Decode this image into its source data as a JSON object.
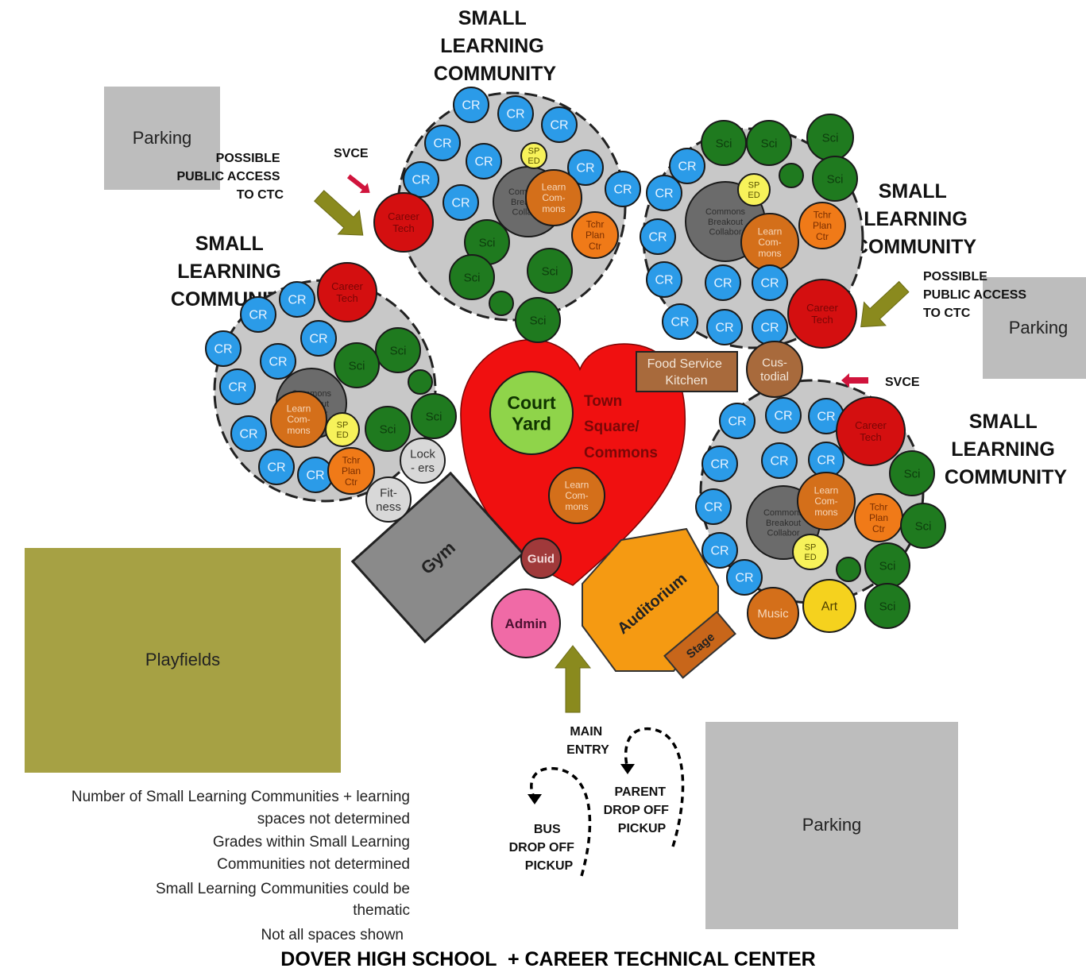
{
  "title": "DOVER HIGH SCHOOL  + CAREER TECHNICAL CENTER",
  "slc_heading": [
    "SMALL",
    "LEARNING",
    "COMMUNITY"
  ],
  "slc_heading_alt": [
    "SMALL",
    "LEARNING",
    "COMMUNITY"
  ],
  "parking_label": "Parking",
  "playfields_label": "Playfields",
  "access_label": [
    "POSSIBLE",
    "PUBLIC ACCESS",
    "TO CTC"
  ],
  "svce_label": "SVCE",
  "main_entry_label": [
    "MAIN",
    "ENTRY"
  ],
  "bus_label": [
    "BUS",
    "DROP OFF",
    "PICKUP"
  ],
  "parent_label": [
    "PARENT",
    "DROP OFF",
    "PICKUP"
  ],
  "labels": {
    "cr": "CR",
    "sci": "Sci",
    "sp_ed": [
      "SP",
      "ED"
    ],
    "learn_commons": [
      "Learn",
      "Com-",
      "mons"
    ],
    "learn_commons_alt": [
      "Learn",
      "Com-",
      "mons"
    ],
    "tchr_plan": [
      "Tchr",
      "Plan",
      "Ctr"
    ],
    "career_tech": [
      "Career",
      "Tech"
    ],
    "commons_breakout": [
      "Commons",
      "Breakout",
      "Collabor"
    ],
    "court_yard": [
      "Court",
      "Yard"
    ],
    "town_square": [
      "Town",
      "Square/",
      "Commons"
    ],
    "food_service": [
      "Food Service",
      "Kitchen"
    ],
    "custodial": [
      "Cus-",
      "todial"
    ],
    "gym": "Gym",
    "guid": "Guid",
    "admin": "Admin",
    "auditorium": "Auditorium",
    "stage": "Stage",
    "music": "Music",
    "art": "Art",
    "lockers": [
      "Lock",
      "- ers"
    ],
    "fitness": [
      "Fit-",
      "ness"
    ]
  },
  "notes": [
    [
      "Number of Small Learning Communities + learning",
      "spaces not determined"
    ],
    [
      "Grades within Small Learning",
      "Communities not determined"
    ],
    [
      "Small Learning Communities could be",
      "thematic"
    ],
    [
      "Not all spaces shown"
    ]
  ],
  "colors": {
    "classroom": "#2b9be8",
    "science": "#1f7a1f",
    "sp_ed": "#f7f25a",
    "learn": "#d46f1a",
    "tchr": "#f07a18",
    "career": "#d40f10",
    "commons_gray": "#6b6b6b",
    "cluster_gray": "#c8c8c8",
    "town": "#f01010",
    "court": "#8fd44a",
    "parking": "#bdbdbd",
    "playfields": "#a6a144",
    "arrow_olive": "#8a8a1e",
    "arrow_red": "#d0143c",
    "auditorium": "#f59a12",
    "stage": "#c8661a",
    "admin": "#f06aa6",
    "guid": "#a0393a",
    "kitchen": "#a86a3c",
    "gym": "#8a8a8a",
    "lockers": "#d8d8d8"
  }
}
